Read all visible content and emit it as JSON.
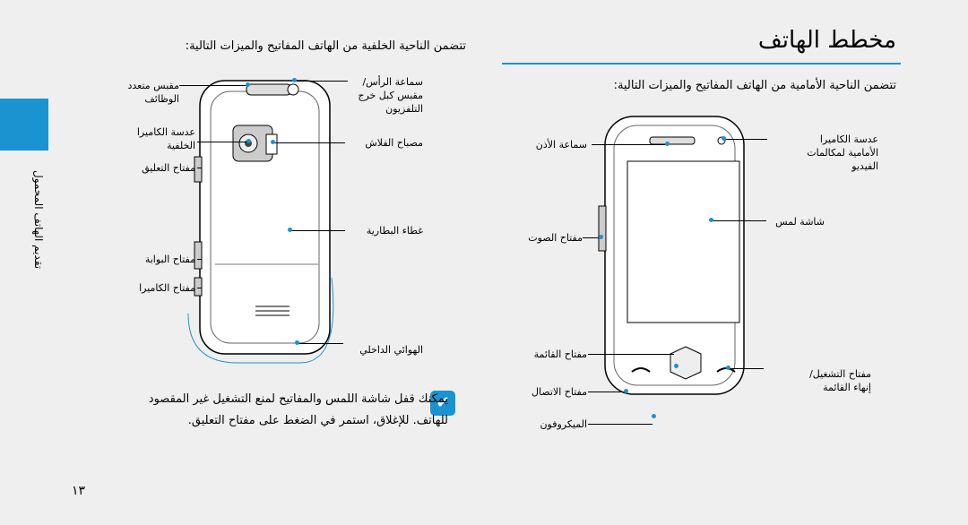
{
  "sidebar": {
    "chapter_label": "تقديم الهاتف المحمول"
  },
  "page": {
    "title": "مخطط الهاتف",
    "number": "١٣"
  },
  "rear": {
    "heading": "تتضمن الناحية الخلفية من الهاتف المفاتيح والميزات التالية:",
    "labels": {
      "charger_port": "مقبس متعدد\nالوظائف",
      "headset_jack": "سماعة الرأس/\nمقبس كبل خرج\nالتلفزيون",
      "rear_camera": "عدسة الكاميرا\nالخلفية",
      "flash": "مصباح الفلاش",
      "lock_key": "مفتاح التعليق",
      "battery_cover": "غطاء البطارية",
      "gate_key": "مفتاح البوابة",
      "camera_key": "مفتاح الكاميرا",
      "internal_antenna": "الهوائي الداخلي"
    }
  },
  "front": {
    "heading": "تتضمن الناحية الأمامية من الهاتف المفاتيح والميزات التالية:",
    "labels": {
      "earpiece": "سماعة الأذن",
      "front_camera": "عدسة الكاميرا\nالأمامية لمكالمات\nالفيديو",
      "touch_screen": "شاشة لمس",
      "volume_key": "مفتاح الصوت",
      "menu_key": "مفتاح القائمة",
      "power_key": "مفتاح التشغيل/\nإنهاء القائمة",
      "dial_key": "مفتاح الاتصال",
      "microphone": "الميكروفون"
    }
  },
  "note": {
    "icon": "checkmark-note-icon",
    "line1": "يمكنك قفل شاشة اللمس والمفاتيح لمنع التشغيل غير المقصود",
    "line2": "للهاتف. للإغلاق، استمر في الضغط على مفتاح التعليق."
  },
  "colors": {
    "accent": "#1b93d0",
    "background": "#efefef"
  }
}
